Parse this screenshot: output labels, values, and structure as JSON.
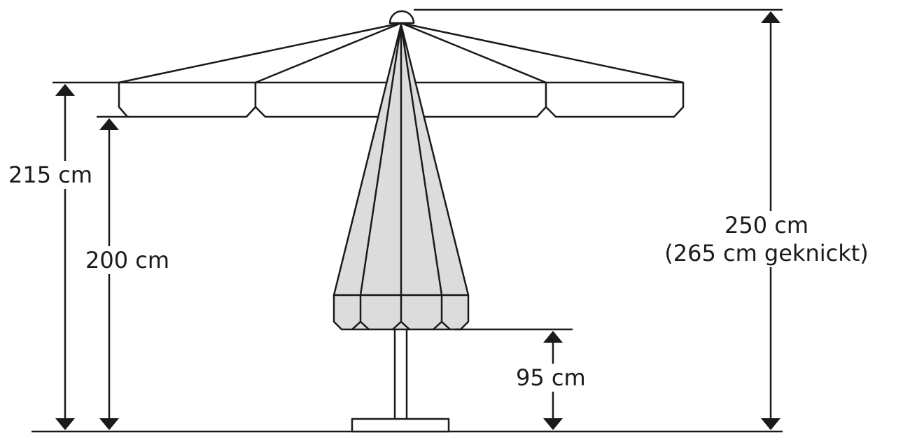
{
  "labels": {
    "height_215": "215 cm",
    "height_200": "200 cm",
    "height_250": "250 cm",
    "height_250_note": "(265 cm geknickt)",
    "height_95": "95 cm"
  },
  "colors": {
    "line": "#1a1a1a",
    "folded_canopy": "#dcdcdc",
    "background": "#ffffff"
  }
}
